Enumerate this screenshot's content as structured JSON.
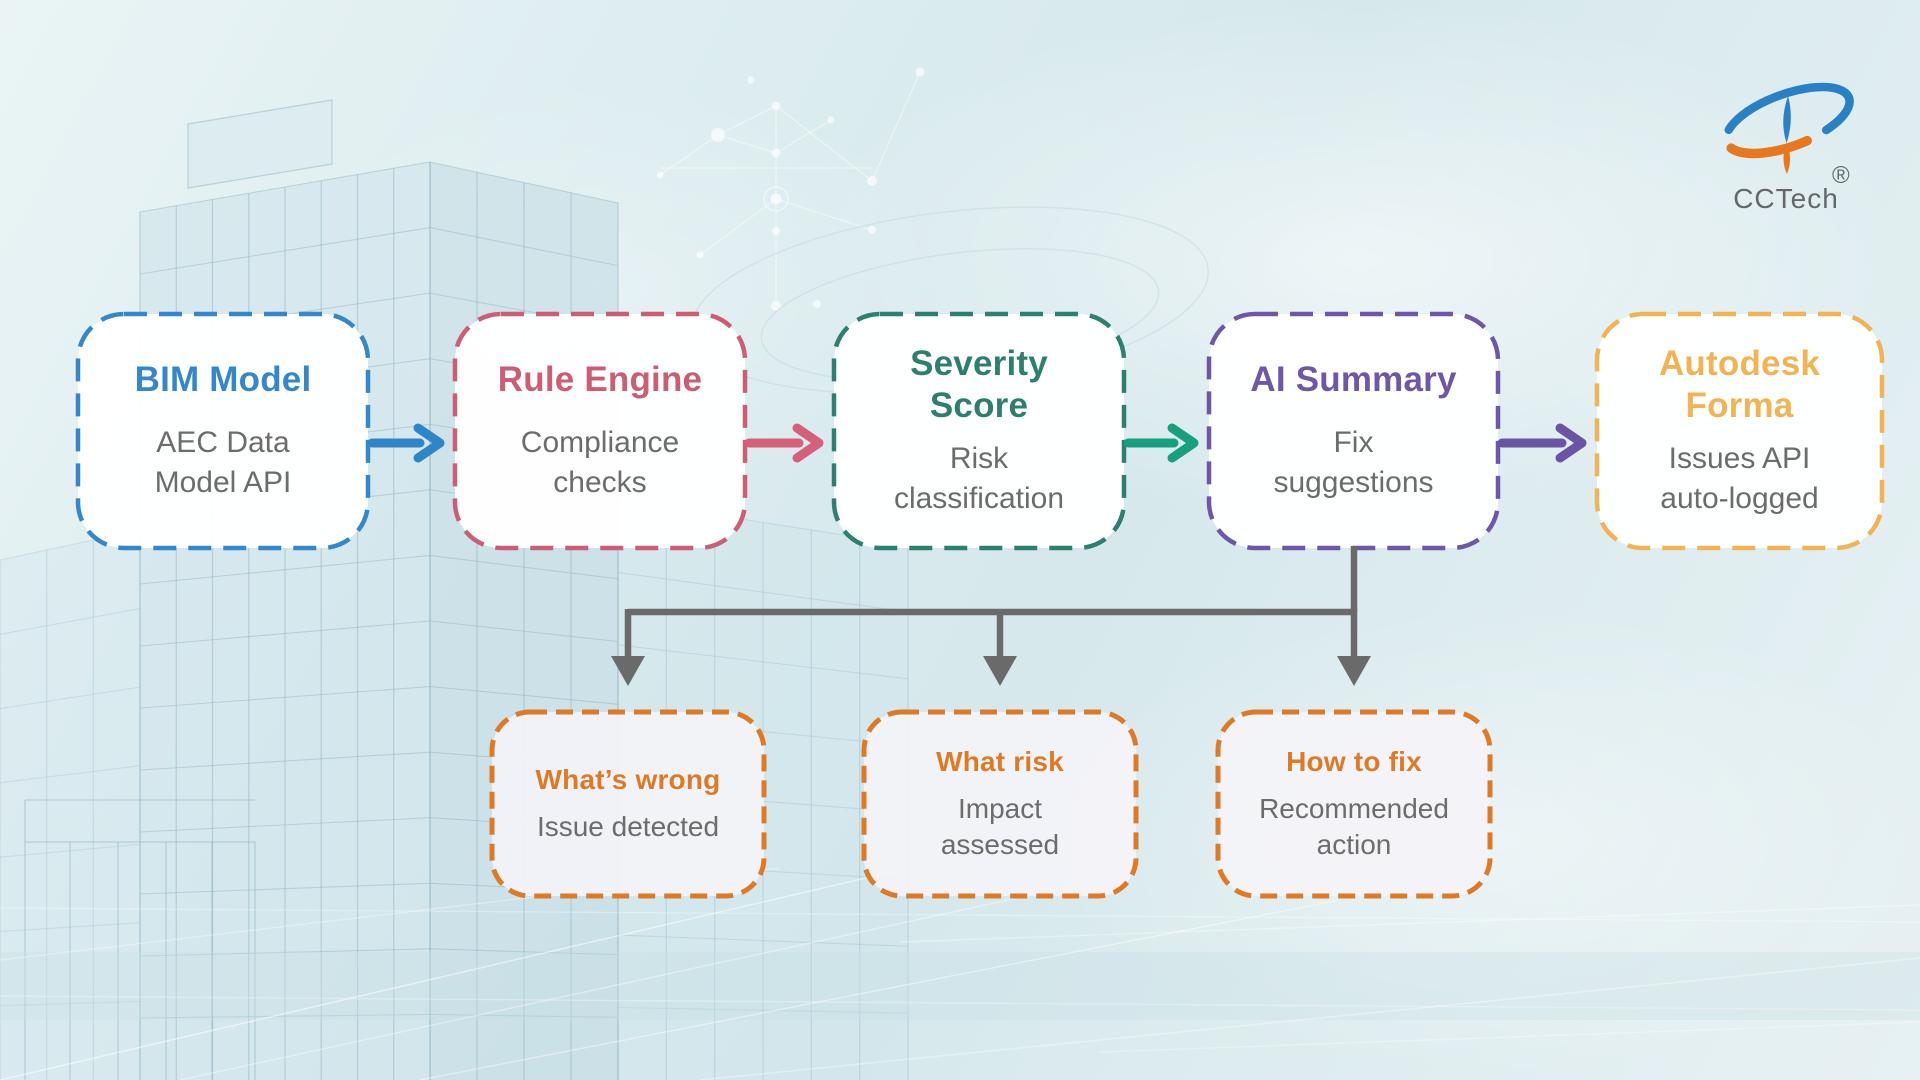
{
  "brand": {
    "name": "CCTech",
    "registered_mark": "®",
    "blue": "#2a80c4",
    "orange": "#e8781f",
    "text_color": "#63676b"
  },
  "pipeline": [
    {
      "title": "BIM Model",
      "subtitle": "AEC Data\nModel API",
      "accent": "#3587c9"
    },
    {
      "title": "Rule Engine",
      "subtitle": "Compliance\nchecks",
      "accent": "#cb5e74"
    },
    {
      "title": "Severity\nScore",
      "subtitle": "Risk\nclassification",
      "accent": "#2f7f6f"
    },
    {
      "title": "AI Summary",
      "subtitle": "Fix\nsuggestions",
      "accent": "#6f57a7"
    },
    {
      "title": "Autodesk\nForma",
      "subtitle": "Issues API\nauto-logged",
      "accent": "#f0b457"
    }
  ],
  "arrows": [
    {
      "color": "#2e86c9"
    },
    {
      "color": "#d5607a"
    },
    {
      "color": "#16a07e"
    },
    {
      "color": "#6a54a4"
    }
  ],
  "outputs": [
    {
      "title": "What’s wrong",
      "subtitle": "Issue detected",
      "accent": "#de7a26"
    },
    {
      "title": "What risk",
      "subtitle": "Impact\nassessed",
      "accent": "#de7a26"
    },
    {
      "title": "How to fix",
      "subtitle": "Recommended\naction",
      "accent": "#de7a26"
    }
  ],
  "connector": {
    "color": "#6a6a6a"
  },
  "colors": {
    "subtitle_text": "#6c6c6c",
    "box_fill": "#ffffff",
    "output_fill": "#f5f4f8"
  }
}
